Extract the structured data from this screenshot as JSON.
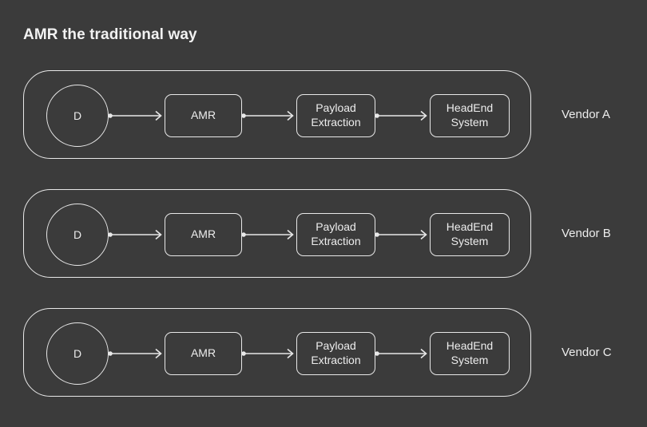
{
  "page": {
    "title": "AMR the traditional way",
    "background_color": "#3b3b3b",
    "line_color": "#e8e8e8",
    "text_color": "#ededed"
  },
  "flow": {
    "nodes": {
      "device": "D",
      "amr": "AMR",
      "payload_line1": "Payload",
      "payload_line2": "Extraction",
      "headend_line1": "HeadEnd",
      "headend_line2": "System"
    }
  },
  "rows": [
    {
      "vendor": "Vendor A"
    },
    {
      "vendor": "Vendor B"
    },
    {
      "vendor": "Vendor C"
    }
  ]
}
